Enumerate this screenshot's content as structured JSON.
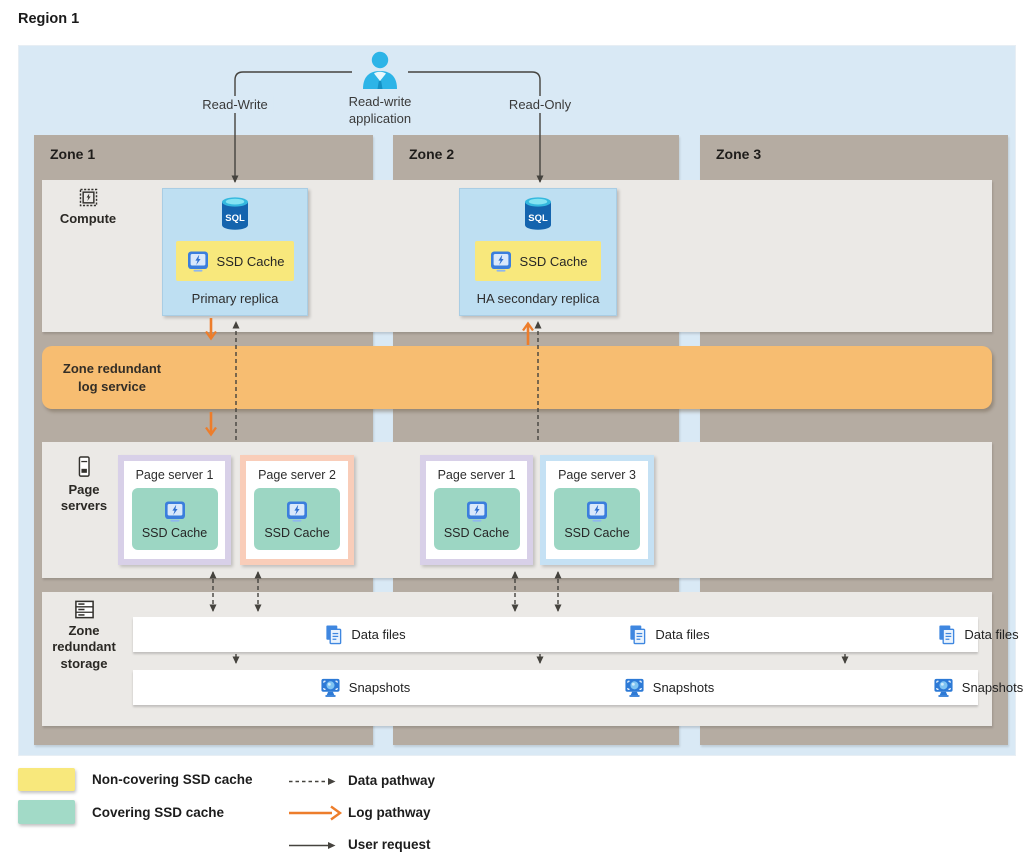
{
  "region": {
    "label": "Region 1"
  },
  "application": {
    "icon": "person-icon",
    "label_line1": "Read-write",
    "label_line2": "application",
    "read_write_label": "Read-Write",
    "read_only_label": "Read-Only"
  },
  "zones": [
    {
      "label": "Zone 1"
    },
    {
      "label": "Zone 2"
    },
    {
      "label": "Zone 3"
    }
  ],
  "compute": {
    "label": "Compute",
    "icon": "chip-icon",
    "replicas": [
      {
        "title": "Primary replica",
        "db_label": "SQL",
        "cache_label": "SSD Cache",
        "cache_type": "non-covering"
      },
      {
        "title": "HA secondary replica",
        "db_label": "SQL",
        "cache_label": "SSD Cache",
        "cache_type": "non-covering"
      }
    ]
  },
  "log_service": {
    "label_line1": "Zone redundant",
    "label_line2": "log service"
  },
  "page_servers": {
    "label_line1": "Page",
    "label_line2": "servers",
    "icon": "server-tower-icon",
    "servers": [
      {
        "title": "Page server 1",
        "cache_label": "SSD Cache",
        "cache_type": "covering"
      },
      {
        "title": "Page server 2",
        "cache_label": "SSD Cache",
        "cache_type": "covering"
      },
      {
        "title": "Page server 1",
        "cache_label": "SSD Cache",
        "cache_type": "covering"
      },
      {
        "title": "Page server 3",
        "cache_label": "SSD Cache",
        "cache_type": "covering"
      }
    ]
  },
  "storage": {
    "label_line1": "Zone",
    "label_line2": "redundant",
    "label_line3": "storage",
    "icon": "storage-stack-icon",
    "data_files_label": "Data files",
    "data_files_icon": "document-copy-icon",
    "snapshots_label": "Snapshots",
    "snapshots_icon": "snapshot-monitor-icon"
  },
  "legend": {
    "non_covering": "Non-covering SSD cache",
    "covering": "Covering SSD cache",
    "data_pathway": "Data pathway",
    "log_pathway": "Log pathway",
    "user_request": "User request"
  },
  "colors": {
    "region_bg": "#d9e9f5",
    "zone_bg": "#b5aca2",
    "band_bg": "#ebe9e6",
    "log_bar_bg": "#f7bd71",
    "replica_bg": "#bedff2",
    "non_covering_cache": "#f8e87c",
    "covering_cache": "#9cd6c3",
    "page_server_border_lavender": "#d8d0e8",
    "page_server_border_peach": "#f9cdb9",
    "page_server_border_blue": "#c5e1f4",
    "log_arrow": "#ed7d2b",
    "dark_arrow": "#45433e",
    "person_icon": "#2db4e7"
  }
}
